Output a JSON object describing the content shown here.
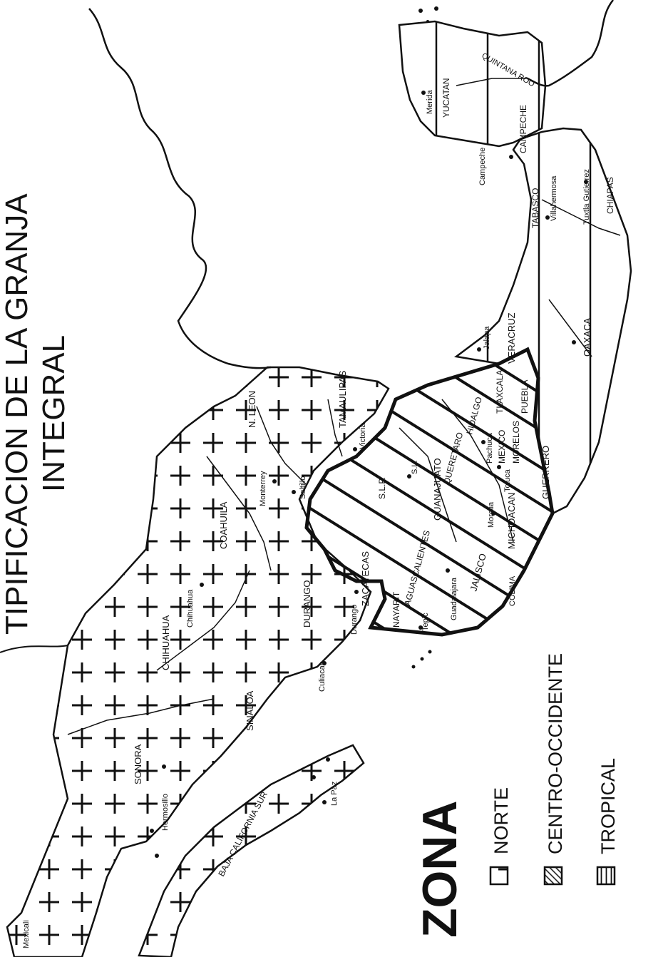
{
  "title": {
    "line1": "TIPIFICACION DE LA GRANJA",
    "line2": "INTEGRAL"
  },
  "legend": {
    "heading": "ZONA",
    "items": [
      {
        "label": "NORTE",
        "pattern": "crosses"
      },
      {
        "label": "CENTRO-OCCIDENTE",
        "pattern": "diagonal-hatch"
      },
      {
        "label": "TROPICAL",
        "pattern": "horizontal-lines"
      }
    ]
  },
  "states": {
    "sonora": "SONORA",
    "chihuahua": "CHIHUAHUA",
    "coahuila": "COAHUILA",
    "nuevo_leon": "N. LEON",
    "tamaulipas": "TAMAULIPAS",
    "sinaloa": "SINALOA",
    "durango": "DURANGO",
    "baja_california_sur": "BAJA CALIFORNIA SUR",
    "zacatecas": "ZACATECAS",
    "nayarit": "NAYARIT",
    "aguascalientes": "AGUASCALIENTES",
    "jalisco": "JALISCO",
    "colima": "COLIMA",
    "guanajuato": "GUANAJUATO",
    "slp": "S.L.P.",
    "queretaro": "QUERETARO",
    "hidalgo": "HIDALGO",
    "mexico": "MEXICO",
    "morelos": "MORELOS",
    "tlaxcala": "TLAXCALA",
    "puebla": "PUEBLA",
    "michoacan": "MICHOACAN",
    "guerrero": "GUERRERO",
    "veracruz": "VERACRUZ",
    "oaxaca": "OAXACA",
    "tabasco": "TABASCO",
    "chiapas": "CHIAPAS",
    "campeche": "CAMPECHE",
    "yucatan": "YUCATAN",
    "quintana_roo": "QUINTANA ROO"
  },
  "cities": {
    "mexicali": "Mexicali",
    "hermosillo": "Hermosillo",
    "la_paz": "La Paz",
    "chihuahua": "Chihuahua",
    "culiacan": "Culiacan",
    "durango": "Durango",
    "saltillo": "Saltillo",
    "monterrey": "Monterrey",
    "victoria": "Victoria",
    "tepic": "Tepic",
    "guadalajara": "Guadalajara",
    "slp": "S.L.",
    "morelia": "Morelia",
    "pachuca": "Pachuca",
    "toluca": "Toluca",
    "jalapa": "Jalapa",
    "villahermosa": "Villahermosa",
    "tuxtla": "Tuxtla Gutierrez",
    "campeche": "Campeche",
    "merida": "Merida",
    "oaxaca": "OAXACA"
  }
}
